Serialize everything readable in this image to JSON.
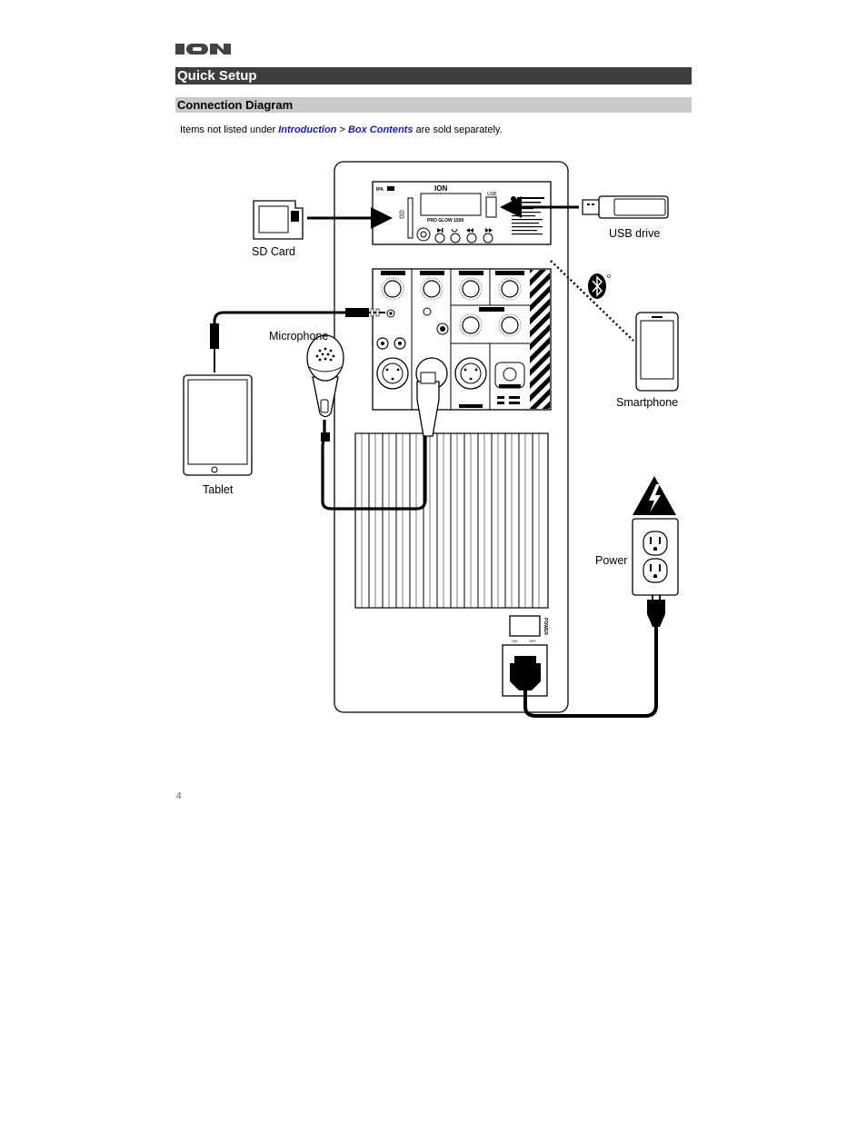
{
  "header": {
    "logo_text": "ION",
    "section_title": "Quick Setup",
    "subsection_title": "Connection Diagram"
  },
  "intro": {
    "before": "Items not listed under ",
    "link1": "Introduction",
    "separator": " > ",
    "link2": "Box Contents",
    "after": " are sold separately."
  },
  "labels": {
    "sd_card": "SD Card",
    "usb_drive": "USB drive",
    "microphone": "Microphone",
    "tablet": "Tablet",
    "smartphone": "Smartphone",
    "power": "Power"
  },
  "panel": {
    "brand": "ION",
    "model": "PRO GLOW 1500",
    "model_tag": "IPA",
    "usb_label": "USB",
    "power_label": "POWER",
    "on_label": "ON",
    "off_label": "OFF"
  },
  "footer": {
    "page_number": "4"
  },
  "colors": {
    "section_bar": "#3d3d3d",
    "subsection_bar": "#c9c9c9",
    "link": "#1a1aa8"
  }
}
